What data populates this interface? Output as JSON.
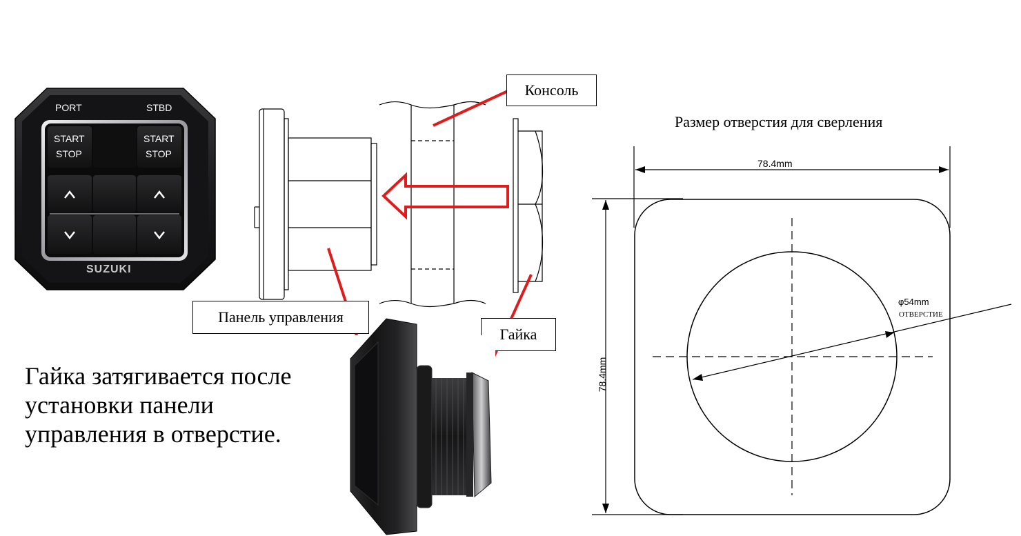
{
  "panel": {
    "port_label": "PORT",
    "stbd_label": "STBD",
    "left_start": "START",
    "left_stop": "STOP",
    "right_start": "START",
    "right_stop": "STOP",
    "brand": "SUZUKI"
  },
  "callouts": {
    "console": "Консоль",
    "control_panel": "Панель управления",
    "nut": "Гайка"
  },
  "caption": {
    "line1": "Гайка затягивается после",
    "line2": "установки панели",
    "line3": "управления в отверстие."
  },
  "drill": {
    "title": "Размер отверстия для сверления",
    "width_dim": "78.4mm",
    "height_dim": "78.4mm",
    "hole_dia": "φ54mm",
    "hole_label": "ОТВЕРСТИЕ"
  },
  "colors": {
    "panel_body": "#1c1c1e",
    "panel_face": "#0c0c0d",
    "chrome": "#c8c8cc",
    "accent_red": "#e01b1b"
  }
}
